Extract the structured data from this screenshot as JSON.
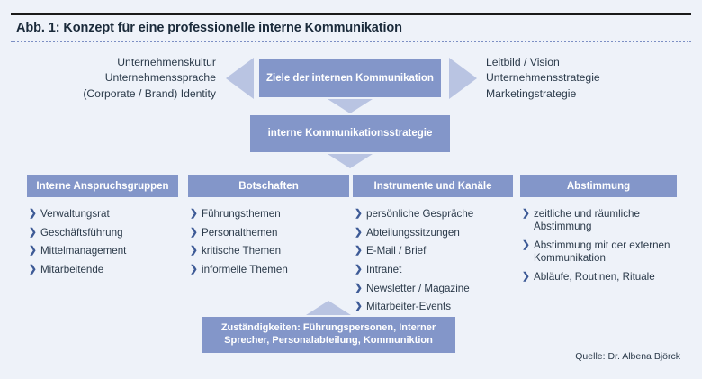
{
  "figure": {
    "title": "Abb. 1: Konzept für eine professionelle interne Kommunikation",
    "source": "Quelle: Dr. Albena Björck",
    "accent_color": "#8396c9",
    "arrow_color": "#b9c4e2",
    "background_color": "#eef2f9",
    "text_color": "#2b3a4a"
  },
  "flow": {
    "left_inputs": "Unternehmenskultur\nUnternehmenssprache\n(Corporate / Brand) Identity",
    "right_inputs": "Leitbild / Vision\nUnternehmensstrategie\nMarketingstrategie",
    "goals_box": "Ziele der internen Kommunikation",
    "strategy_box": "interne Kommunikationsstrategie",
    "responsibilities_box": "Zuständigkeiten: Führungspersonen, Interner Sprecher, Personalabteilung, Kommuniktion"
  },
  "columns": [
    {
      "header": "Interne Anspruchsgruppen",
      "items": [
        "Verwaltungsrat",
        "Geschäftsführung",
        "Mittelmanagement",
        "Mitarbeitende"
      ]
    },
    {
      "header": "Botschaften",
      "items": [
        "Führungsthemen",
        "Personalthemen",
        "kritische Themen",
        "informelle Themen"
      ]
    },
    {
      "header": "Instrumente und Kanäle",
      "items": [
        "persönliche Gespräche",
        "Abteilungssitzungen",
        "E-Mail / Brief",
        "Intranet",
        "Newsletter / Magazine",
        "Mitarbeiter-Events"
      ]
    },
    {
      "header": "Abstimmung",
      "items": [
        "zeitliche und räumliche Abstimmung",
        "Abstimmung mit der externen Kommunikation",
        "Abläufe, Routinen, Rituale"
      ]
    }
  ],
  "icons": {
    "bullet_chevron": "❯"
  }
}
